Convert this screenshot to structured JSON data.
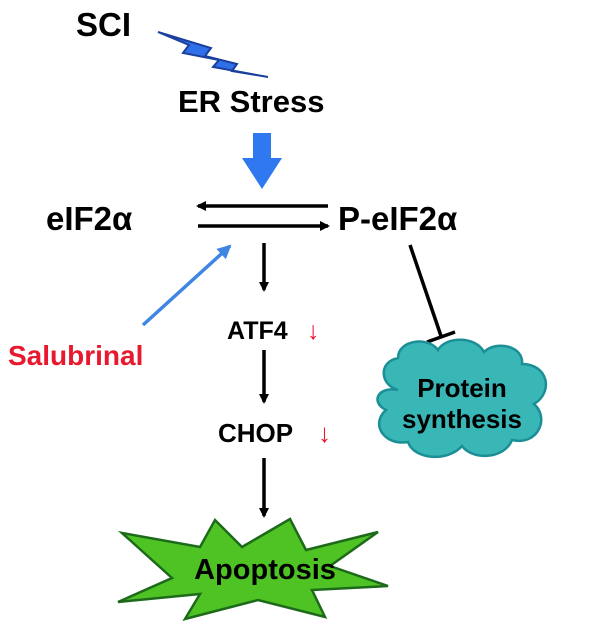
{
  "nodes": {
    "sci": "SCI",
    "er_stress": "ER Stress",
    "eif2a": "eIF2α",
    "p_eif2a": "P-eIF2α",
    "atf4": "ATF4",
    "chop": "CHOP",
    "salubrinal": "Salubrinal",
    "protein_line1": "Protein",
    "protein_line2": "synthesis",
    "apoptosis": "Apoptosis"
  },
  "symbols": {
    "down_arrow": "↓"
  },
  "icons": {
    "lightning": "lightning-bolt-icon",
    "cloud": "cloud-icon",
    "starburst": "starburst-icon"
  },
  "colors": {
    "text": "#000000",
    "salubrinal": "#e8182e",
    "down_arrow": "#e8182e",
    "lightning": "#2f6fe8",
    "er_arrow": "#2f78f0",
    "salubrinal_arrow": "#3f86e4",
    "cloud_fill": "#39b7b7",
    "cloud_stroke": "#1c8e96",
    "starburst_fill": "#4fc323",
    "starburst_stroke": "#1d6a1a"
  }
}
